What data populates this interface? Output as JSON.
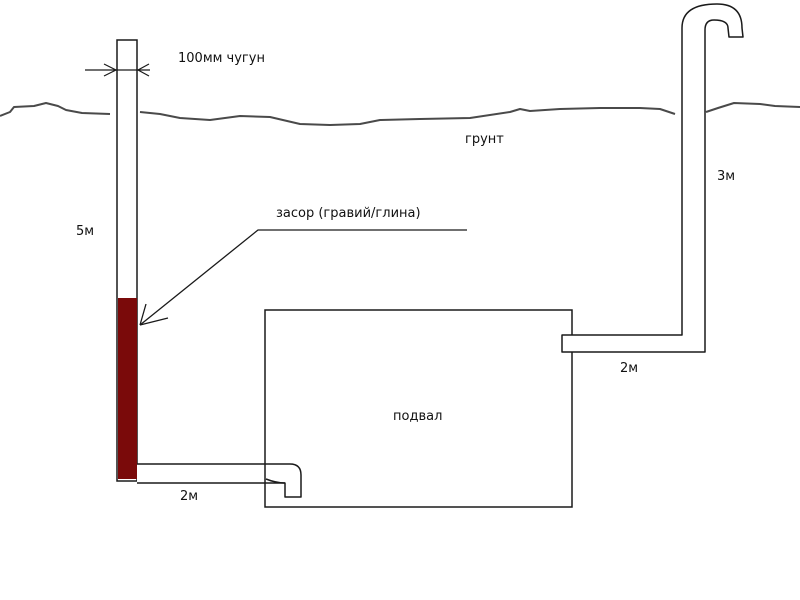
{
  "labels": {
    "pipe_diameter": "100мм  чугун",
    "ground": "грунт",
    "blockage": "засор (гравий/глина)",
    "vertical_pipe_length": "5м",
    "left_horizontal_length": "2м",
    "basement": "подвал",
    "right_horizontal_length": "2м",
    "vent_pipe_length": "3м"
  },
  "colors": {
    "stroke": "#1a1a1a",
    "ground_line": "#4a4a4a",
    "blockage_fill": "#7a0a0a",
    "background": "#ffffff"
  }
}
